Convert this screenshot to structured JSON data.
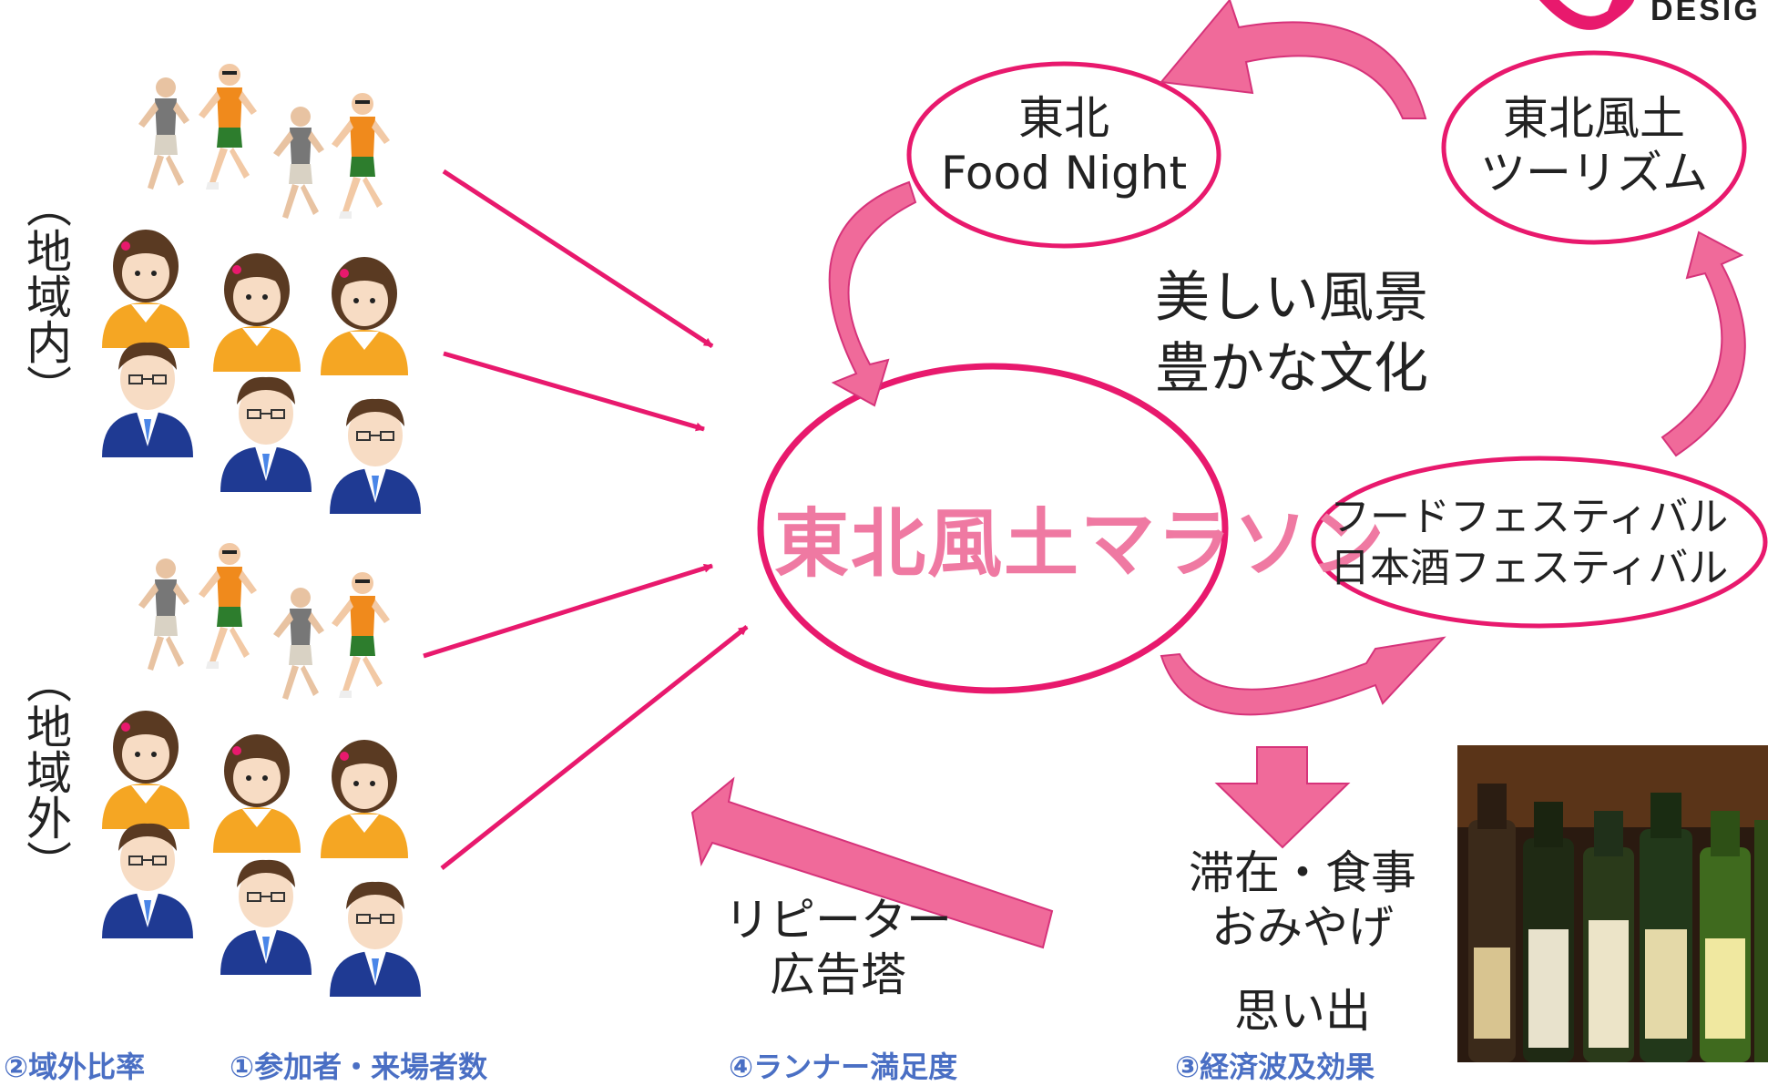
{
  "logo": {
    "text": "DESIG"
  },
  "groups": {
    "inside": {
      "label": "（地域内）"
    },
    "outside": {
      "label": "（地域外）"
    }
  },
  "nodes": {
    "food_night": {
      "line1": "東北",
      "line2": "Food Night"
    },
    "tourism": {
      "line1": "東北風土",
      "line2": "ツーリズム"
    },
    "marathon": {
      "label": "東北風土マラソン"
    },
    "festival": {
      "line1": "フードフェスティバル",
      "line2": "日本酒フェスティバル"
    }
  },
  "center_text": {
    "line1": "美しい風景",
    "line2": "豊かな文化"
  },
  "stay": {
    "line1": "滞在・食事",
    "line2": "おみやげ",
    "line3": "思い出"
  },
  "repeater": {
    "line1": "リピーター",
    "line2": "広告塔"
  },
  "metrics": {
    "m2": "②域外比率",
    "m1": "①参加者・来場者数",
    "m4": "④ランナー満足度",
    "m3": "③経済波及効果"
  },
  "colors": {
    "accent": "#e8196d",
    "arrow_fill": "#f06a9a",
    "metric": "#4a6fc4",
    "orange": "#f5a623",
    "navy": "#1f3a93"
  }
}
